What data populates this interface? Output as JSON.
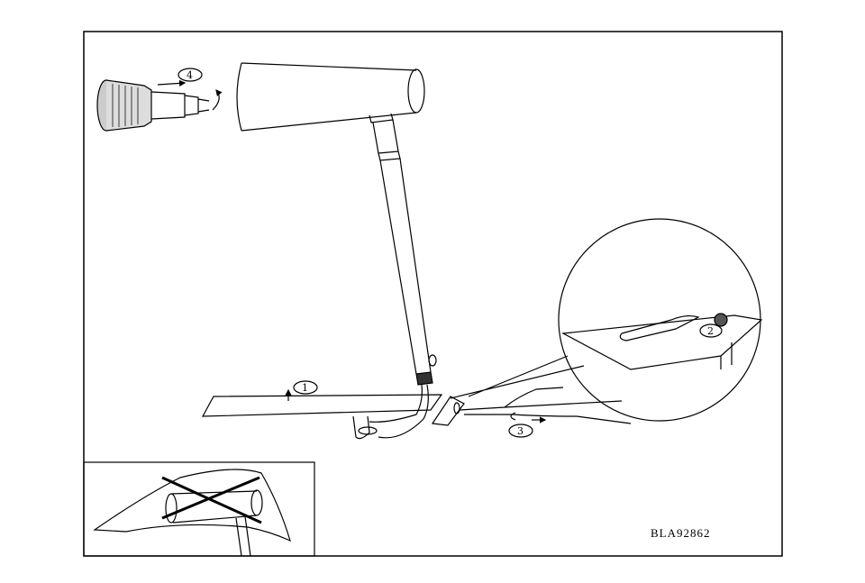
{
  "diagram": {
    "type": "assembly-instruction",
    "steps": [
      "1",
      "2",
      "3",
      "4"
    ],
    "model_code": "BLA92862",
    "colors": {
      "line": "#000000",
      "background": "#ffffff"
    }
  }
}
